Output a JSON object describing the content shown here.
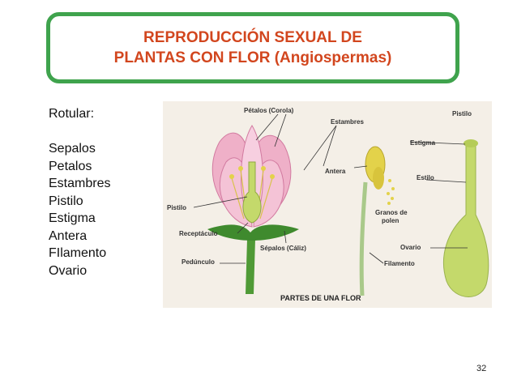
{
  "title": {
    "line1": "REPRODUCCIÓN SEXUAL DE",
    "line2": "PLANTAS CON FLOR (Angiospermas)"
  },
  "instructions": {
    "heading": "Rotular:",
    "items": [
      "Sepalos",
      "Petalos",
      "Estambres",
      "Pistilo",
      "Estigma",
      "Antera",
      "FIlamento",
      "Ovario"
    ]
  },
  "diagram": {
    "caption": "PARTES DE UNA FLOR",
    "labels": {
      "petalos": "Pétalos (Corola)",
      "estambres": "Estambres",
      "pistilo_top": "Pistilo",
      "estigma": "Estigma",
      "antera": "Antera",
      "estilo": "Estilo",
      "pistilo_left": "Pistilo",
      "granos_1": "Granos de",
      "granos_2": "polen",
      "receptaculo": "Receptáculo",
      "sepalos": "Sépalos (Cáliz)",
      "ovario": "Ovario",
      "pedunculo": "Pedúnculo",
      "filamento": "Filamento"
    },
    "colors": {
      "petal": "#f2b8cf",
      "petal_edge": "#d27aa0",
      "sepal": "#3f8a2e",
      "stem": "#4f9a36",
      "pistil": "#c4d96b",
      "anther": "#e3d24a",
      "title_border": "#3fa34d",
      "title_text": "#d2461e"
    }
  },
  "page_number": "32"
}
